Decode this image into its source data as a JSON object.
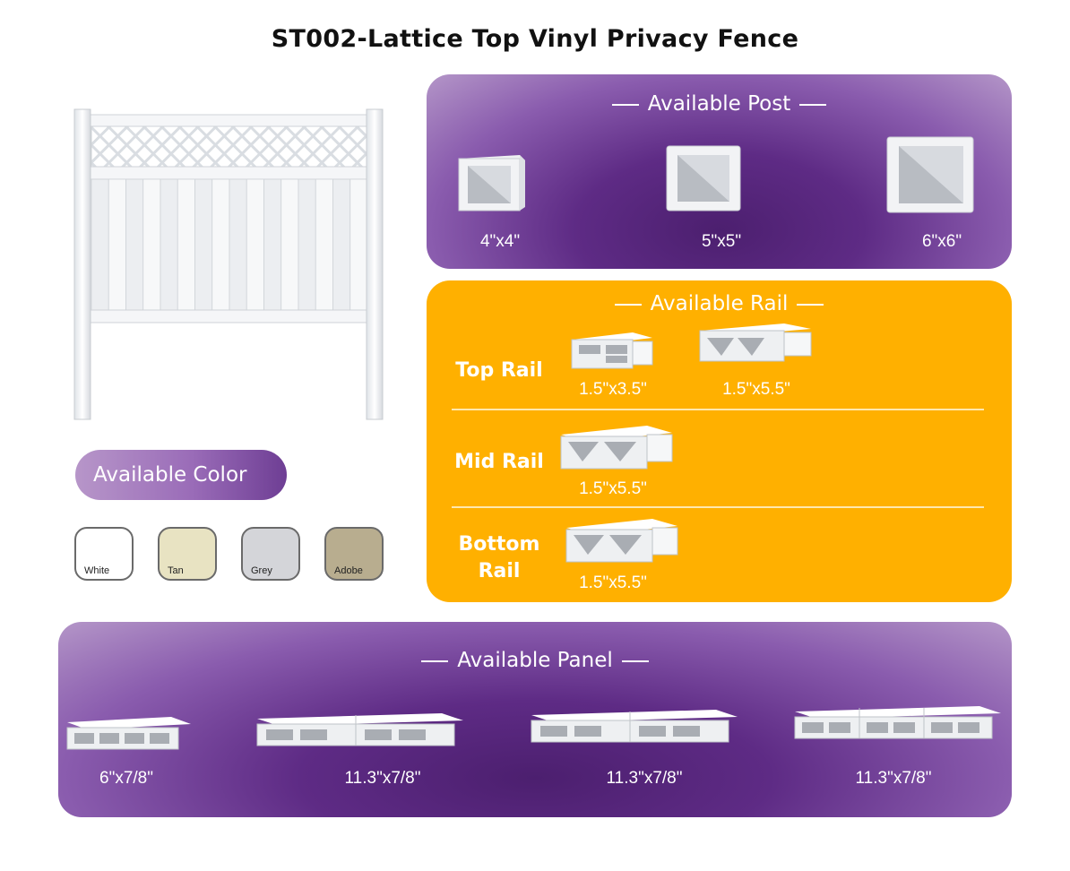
{
  "title": "ST002-Lattice Top Vinyl Privacy Fence",
  "colors": {
    "heading": "Available Color",
    "swatches": [
      {
        "name": "White",
        "hex": "#ffffff"
      },
      {
        "name": "Tan",
        "hex": "#e8e3c2"
      },
      {
        "name": "Grey",
        "hex": "#d4d5d9"
      },
      {
        "name": "Adobe",
        "hex": "#b8ad8f"
      }
    ]
  },
  "posts": {
    "heading": "Available Post",
    "items": [
      "4\"x4\"",
      "5\"x5\"",
      "6\"x6\""
    ]
  },
  "rails": {
    "heading": "Available Rail",
    "top": {
      "name": "Top Rail",
      "sizes": [
        "1.5\"x3.5\"",
        "1.5\"x5.5\""
      ]
    },
    "mid": {
      "name": "Mid Rail",
      "sizes": [
        "1.5\"x5.5\""
      ]
    },
    "bottom": {
      "name_line1": "Bottom",
      "name_line2": "Rail",
      "sizes": [
        "1.5\"x5.5\""
      ]
    }
  },
  "panels": {
    "heading": "Available Panel",
    "items": [
      "6\"x7/8\"",
      "11.3\"x7/8\"",
      "11.3\"x7/8\"",
      "11.3\"x7/8\""
    ]
  },
  "accent": {
    "purple": "#6e3e94",
    "orange": "#ffb000"
  }
}
